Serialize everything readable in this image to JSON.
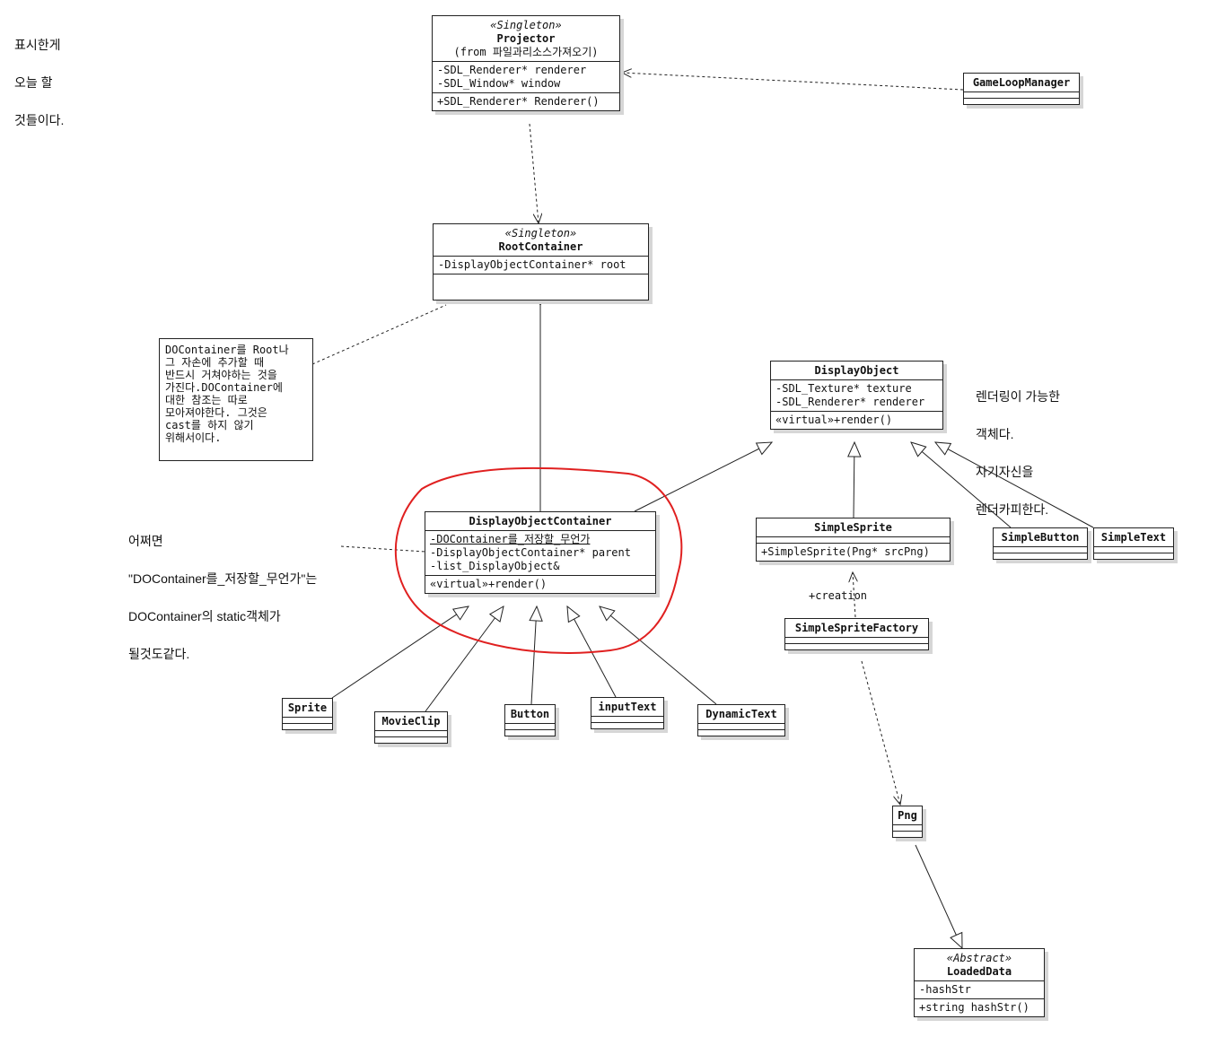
{
  "classes": {
    "projector": {
      "stereotype": "«Singleton»",
      "name": "Projector",
      "note": "(from 파일과리소스가져오기)",
      "attributes": [
        "-SDL_Renderer* renderer",
        "-SDL_Window* window"
      ],
      "operations": [
        "+SDL_Renderer* Renderer()"
      ]
    },
    "game_loop_manager": {
      "name": "GameLoopManager"
    },
    "root_container": {
      "stereotype": "«Singleton»",
      "name": "RootContainer",
      "attributes": [
        "-DisplayObjectContainer* root"
      ]
    },
    "display_object": {
      "name": "DisplayObject",
      "attributes": [
        "-SDL_Texture* texture",
        "-SDL_Renderer* renderer"
      ],
      "operations": [
        "«virtual»+render()"
      ]
    },
    "display_object_container": {
      "name": "DisplayObjectContainer",
      "attributes": [
        "-DOContainer를_저장할_무언가",
        "-DisplayObjectContainer* parent",
        "-list_DisplayObject&"
      ],
      "operations": [
        "«virtual»+render()"
      ]
    },
    "simple_sprite": {
      "name": "SimpleSprite",
      "operations": [
        "+SimpleSprite(Png* srcPng)"
      ]
    },
    "simple_button": {
      "name": "SimpleButton"
    },
    "simple_text": {
      "name": "SimpleText"
    },
    "simple_sprite_factory": {
      "name": "SimpleSpriteFactory"
    },
    "sprite": {
      "name": "Sprite"
    },
    "movie_clip": {
      "name": "MovieClip"
    },
    "button": {
      "name": "Button"
    },
    "input_text": {
      "name": "inputText"
    },
    "dynamic_text": {
      "name": "DynamicText"
    },
    "png": {
      "name": "Png"
    },
    "loaded_data": {
      "stereotype": "«Abstract»",
      "name": "LoadedData",
      "attributes": [
        "-hashStr"
      ],
      "operations": [
        "+string hashStr()"
      ]
    }
  },
  "labels": {
    "creation": "+creation"
  },
  "notes": {
    "top_left": [
      "표시한게",
      "오늘 할",
      "것들이다."
    ],
    "do_container_note": [
      "DOContainer를 Root나",
      "그 자손에 추가할 때",
      "반드시 거쳐야하는 것을",
      "가진다.DOContainer에",
      "대한 참조는 따로",
      "모아져야한다. 그것은",
      "cast를 하지 않기",
      "위해서이다."
    ],
    "static_note": [
      "어쩌면",
      "\"DOContainer를_저장할_무언가\"는",
      "DOContainer의 static객체가",
      "될것도같다."
    ],
    "display_object_note": [
      "렌더링이 가능한",
      "객체다.",
      "자기자신을",
      "렌더카피한다."
    ]
  },
  "colors": {
    "line": "#222222",
    "highlight": "#e02020",
    "shadow": "#d6d6d6"
  }
}
